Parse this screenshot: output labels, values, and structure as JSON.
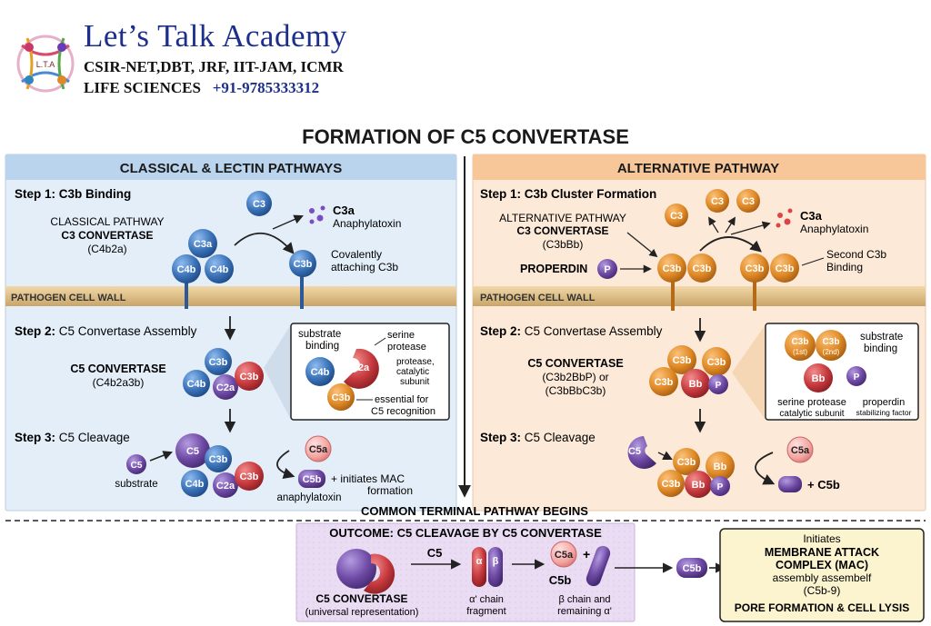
{
  "brand": {
    "title": "Let’s Talk Academy",
    "line1": "CSIR-NET,DBT, JRF, IIT-JAM, ICMR",
    "line2": "LIFE SCIENCES",
    "phone": "+91-9785333312",
    "logo_text": "L.T.A"
  },
  "main_title": "FORMATION OF C5 CONVERTASE",
  "left": {
    "header": "CLASSICAL & LECTIN PATHWAYS",
    "step1": "Step 1: C3b Binding",
    "c3_label1": "CLASSICAL PATHWAY",
    "c3_label2": "C3 CONVERTASE",
    "c3_label3": "(C4b2a)",
    "c3": "C3",
    "c3a": "C3a",
    "anaphylatoxin": "Anaphylatoxin",
    "covalent1": "Covalently",
    "covalent2": "attaching C3b",
    "wall": "PATHOGEN CELL WALL",
    "step2_bold": "Step 2:",
    "step2": " C5 Convertase Assembly",
    "c5conv": "C5 CONVERTASE",
    "c5conv_sub": "(C4b2a3b)",
    "inset_sub1": "substrate",
    "inset_sub2": "binding",
    "inset_ser1": "serine",
    "inset_ser2": "protease",
    "inset_ser3": "protease,",
    "inset_ser4": "catalytic",
    "inset_ser5": "subunit",
    "inset_ess1": "essential for",
    "inset_ess2": "C5 recognition",
    "step3_bold": "Step 3:",
    "step3": " C5 Cleavage",
    "substrate": "substrate",
    "c5": "C5",
    "c5a": "C5a",
    "c5b": "C5b",
    "mac1": "+ initiates MAC",
    "mac2": "formation",
    "anaph2": "anaphylatoxin",
    "c3a_small": "C3a",
    "c4b": "C4b",
    "c2a": "C2a",
    "c3b": "C3b"
  },
  "right": {
    "header": "ALTERNATIVE PATHWAY",
    "step1": "Step 1: C3b Cluster Formation",
    "c3_label1": "ALTERNATIVE PATHWAY",
    "c3_label2": "C3 CONVERTASE",
    "c3_label3": "(C3bBb)",
    "properdin": "PROPERDIN",
    "p": "P",
    "c3": "C3",
    "c3a": "C3a",
    "anaphylatoxin": "Anaphylatoxin",
    "second1": "Second C3b",
    "second2": "Binding",
    "wall": "PATHOGEN CELL WALL",
    "step2_bold": "Step 2:",
    "step2": " C5 Convertase Assembly",
    "c5conv": "C5 CONVERTASE",
    "c5conv_sub1": "(C3b2BbP) or",
    "c5conv_sub2": "(C3bBbC3b)",
    "first": "(1st)",
    "second": "(2nd)",
    "inset_sub1": "substrate",
    "inset_sub2": "binding",
    "inset_ser1": "serine protease",
    "inset_ser2": "catalytic subunit",
    "inset_prop1": "properdin",
    "inset_prop2": "stabilizing factor",
    "step3_bold": "Step 3:",
    "step3": " C5 Cleavage",
    "c5": "C5",
    "c5a": "C5a",
    "c5b_text": "+ C5b",
    "bb": "Bb",
    "c3b": "C3b"
  },
  "common": {
    "label": "COMMON TERMINAL PATHWAY BEGINS",
    "outcome": "OUTCOME: C5 CLEAVAGE BY C5 CONVERTASE",
    "conv1": "C5 CONVERTASE",
    "conv2": "(universal representation)",
    "c5": "C5",
    "alpha": "α",
    "beta": "β",
    "frag1": "α' chain",
    "frag2": "fragment",
    "c5a": "C5a",
    "plus": "+",
    "c5b": "C5b",
    "chain1": "β chain and",
    "chain2": "remaining α'",
    "c5b_pill": "C5b",
    "mac_init": "Initiates",
    "mac1": "MEMBRANE ATTACK",
    "mac2": "COMPLEX (MAC)",
    "mac3": "assembly assembelf",
    "mac4": "(C5b-9)",
    "mac5": "PORE FORMATION & CELL LYSIS"
  },
  "colors": {
    "blue_panel": "#e4eef8",
    "orange_panel": "#fce9d8",
    "blue_header": "#b9d4ec",
    "orange_header": "#f7c79a",
    "blue": "#3b73b8",
    "orange": "#e08a26",
    "red": "#c73a3e",
    "purple": "#6f4aa5",
    "pink": "#f3a5a2",
    "brand_blue": "#1d2f8c"
  }
}
